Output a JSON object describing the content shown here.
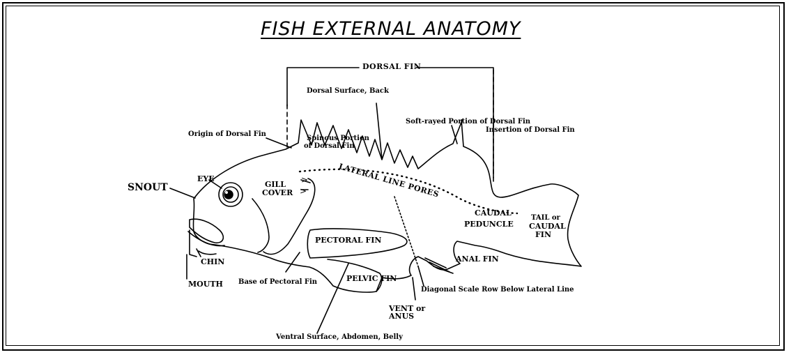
{
  "title": "FISH EXTERNAL ANATOMY",
  "labels": {
    "dorsal_fin": "DORSAL FIN",
    "dorsal_surface": "Dorsal Surface, Back",
    "soft_rayed": "Soft-rayed Portion of Dorsal Fin",
    "insertion_dorsal": "Insertion of Dorsal Fin",
    "origin_dorsal": "Origin of Dorsal Fin",
    "spinous_1": "Spinous Portion",
    "spinous_2": "of Dorsal Fin",
    "eye": "EYE",
    "snout": "SNOUT",
    "gill_1": "GILL",
    "gill_2": "COVER",
    "lateral_line": "LATERAL LINE PORES",
    "caudal_peduncle_1": "CAUDAL",
    "caudal_peduncle_2": "PEDUNCLE",
    "tail_1": "TAIL or",
    "tail_2": "CAUDAL",
    "tail_3": "FIN",
    "pectoral_fin": "PECTORAL FIN",
    "chin": "CHIN",
    "mouth": "MOUTH",
    "base_pectoral": "Base of Pectoral Fin",
    "pelvic_fin": "PELVIC FIN",
    "anal_fin": "ANAL FIN",
    "diagonal_scale": "Diagonal Scale Row Below Lateral Line",
    "vent_1": "VENT or",
    "vent_2": "ANUS",
    "ventral_surface": "Ventral Surface, Abdomen, Belly"
  }
}
